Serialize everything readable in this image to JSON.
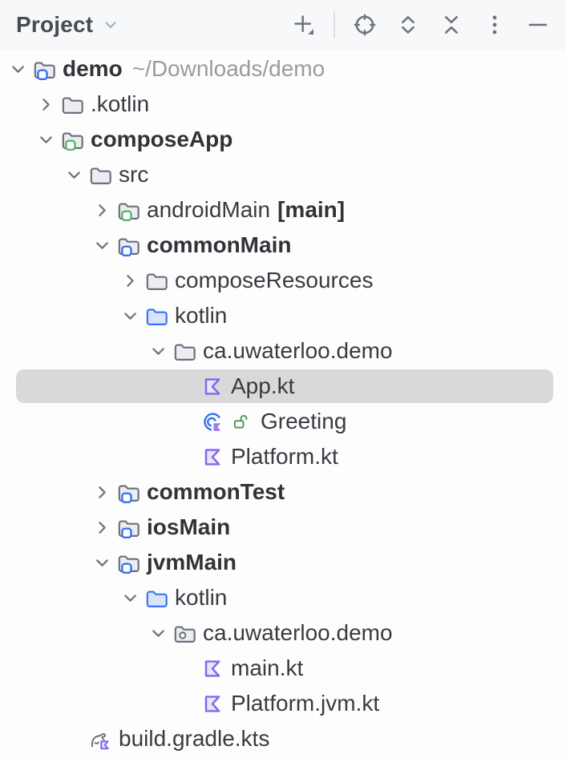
{
  "toolbar": {
    "title": "Project",
    "title_chevron_icon": "chevron-down-icon",
    "buttons": [
      {
        "icon": "add-icon"
      },
      {
        "icon": "locate-target-icon"
      },
      {
        "icon": "expand-all-icon"
      },
      {
        "icon": "collapse-all-icon"
      },
      {
        "icon": "more-vertical-icon"
      },
      {
        "icon": "hide-minus-icon"
      }
    ]
  },
  "tree": {
    "rows": [
      {
        "level": 0,
        "expand": "down",
        "icon": "folder",
        "badge": "blue",
        "label": "demo",
        "bold": true,
        "path": "~/Downloads/demo",
        "selected": false
      },
      {
        "level": 1,
        "expand": "right",
        "icon": "folder",
        "label": ".kotlin",
        "bold": false,
        "selected": false
      },
      {
        "level": 1,
        "expand": "down",
        "icon": "folder",
        "badge": "green",
        "label": "composeApp",
        "bold": true,
        "selected": false
      },
      {
        "level": 2,
        "expand": "down",
        "icon": "folder",
        "label": "src",
        "bold": false,
        "selected": false
      },
      {
        "level": 3,
        "expand": "right",
        "icon": "folder",
        "badge": "green",
        "label": "androidMain",
        "bold": false,
        "suffix": "[main]",
        "selected": false
      },
      {
        "level": 3,
        "expand": "down",
        "icon": "folder",
        "badge": "blue",
        "label": "commonMain",
        "bold": true,
        "selected": false
      },
      {
        "level": 4,
        "expand": "right",
        "icon": "folder",
        "label": "composeResources",
        "bold": false,
        "selected": false
      },
      {
        "level": 4,
        "expand": "down",
        "icon": "folder-source",
        "label": "kotlin",
        "bold": false,
        "selected": false
      },
      {
        "level": 5,
        "expand": "down",
        "icon": "folder",
        "label": "ca.uwaterloo.demo",
        "bold": false,
        "selected": false
      },
      {
        "level": 6,
        "expand": null,
        "icon": "kotlin-file",
        "label": "App.kt",
        "bold": false,
        "selected": true
      },
      {
        "level": 6,
        "expand": null,
        "icon": "kotlin-class",
        "lock": true,
        "label": "Greeting",
        "bold": false,
        "selected": false
      },
      {
        "level": 6,
        "expand": null,
        "icon": "kotlin-file",
        "label": "Platform.kt",
        "bold": false,
        "selected": false
      },
      {
        "level": 3,
        "expand": "right",
        "icon": "folder",
        "badge": "blue",
        "label": "commonTest",
        "bold": true,
        "selected": false
      },
      {
        "level": 3,
        "expand": "right",
        "icon": "folder",
        "badge": "blue",
        "label": "iosMain",
        "bold": true,
        "selected": false
      },
      {
        "level": 3,
        "expand": "down",
        "icon": "folder",
        "badge": "blue",
        "label": "jvmMain",
        "bold": true,
        "selected": false
      },
      {
        "level": 4,
        "expand": "down",
        "icon": "folder-source",
        "label": "kotlin",
        "bold": false,
        "selected": false
      },
      {
        "level": 5,
        "expand": "down",
        "icon": "package",
        "label": "ca.uwaterloo.demo",
        "bold": false,
        "selected": false
      },
      {
        "level": 6,
        "expand": null,
        "icon": "kotlin-file",
        "label": "main.kt",
        "bold": false,
        "selected": false
      },
      {
        "level": 6,
        "expand": null,
        "icon": "kotlin-file",
        "label": "Platform.jvm.kt",
        "bold": false,
        "selected": false
      },
      {
        "level": 2,
        "expand": null,
        "icon": "gradle",
        "label": "build.gradle.kts",
        "bold": false,
        "selected": false
      }
    ]
  },
  "colors": {
    "accent_blue": "#3574F0",
    "badge_green": "#57B66B",
    "kotlin_purple": "#8465F0",
    "selection_bg": "#D9D9D9",
    "folder_stroke": "#6C707E",
    "folder_fill": "#ECEDF1",
    "source_folder_fill": "#DBE4FD",
    "text": "#383B40",
    "muted_text": "#9A9B9F",
    "toolbar_bg": "#F7F8FA"
  }
}
